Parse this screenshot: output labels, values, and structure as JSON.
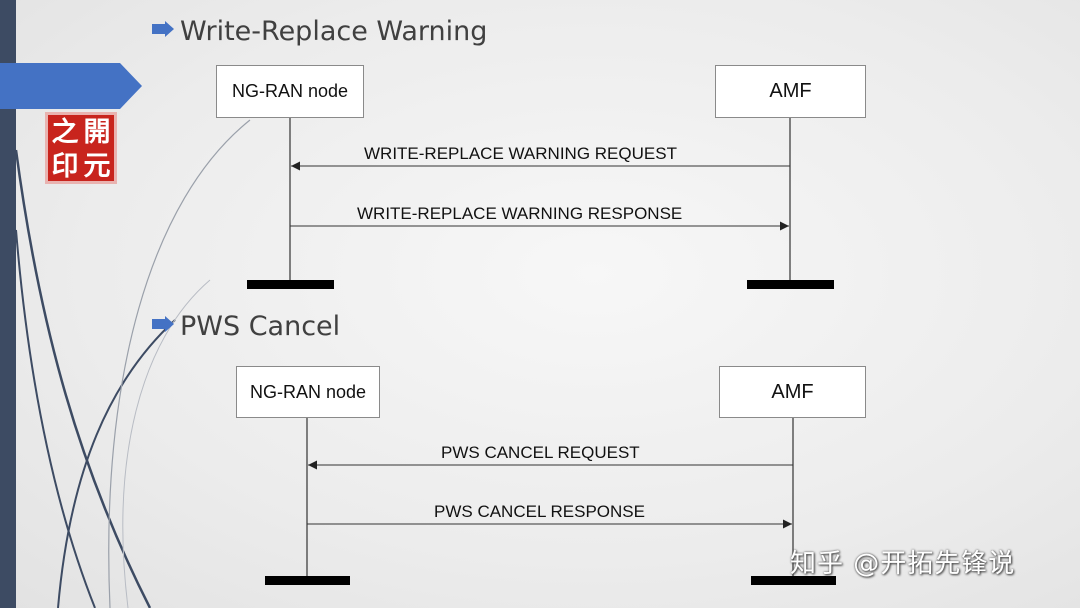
{
  "colors": {
    "sidebar": "#3d4b63",
    "accent_arrow": "#4472c4",
    "seal_red": "#c8241d",
    "heading_text": "#404040"
  },
  "seal": {
    "chars": [
      "之",
      "開",
      "印",
      "元"
    ]
  },
  "sections": [
    {
      "heading": "Write-Replace Warning",
      "left_entity": "NG-RAN node",
      "right_entity": "AMF",
      "messages": [
        {
          "label": "WRITE-REPLACE WARNING REQUEST",
          "direction": "right-to-left"
        },
        {
          "label": "WRITE-REPLACE WARNING RESPONSE",
          "direction": "left-to-right"
        }
      ]
    },
    {
      "heading": "PWS Cancel",
      "left_entity": "NG-RAN node",
      "right_entity": "AMF",
      "messages": [
        {
          "label": "PWS CANCEL REQUEST",
          "direction": "right-to-left"
        },
        {
          "label": "PWS CANCEL RESPONSE",
          "direction": "left-to-right"
        }
      ]
    }
  ],
  "watermark": "知乎 @开拓先锋说"
}
